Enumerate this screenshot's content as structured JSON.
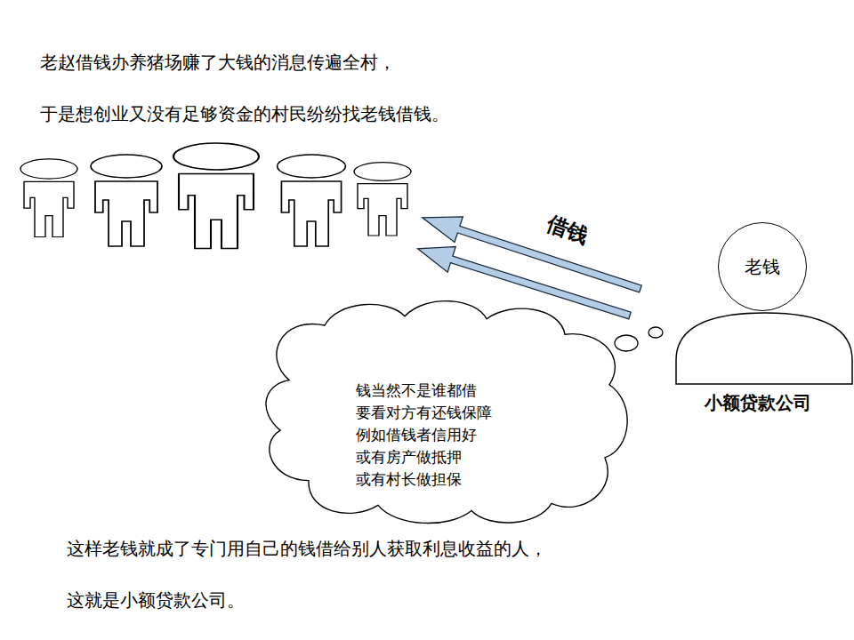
{
  "diagram": {
    "nodes": [
      {
        "text": [
          "老钱"
        ]
      },
      {
        "text": [
          "钱当然不是谁都借 要看对方有还钱保障 例如借钱者信用好 或有房产做抵押 或有村长做担保"
        ]
      }
    ],
    "labels": [
      "老赵借钱办养猪场赚了大钱的消息传遍全村，",
      "于是想创业又没有足够资金的村民纷纷找老钱借钱。",
      "借钱",
      "小额贷款公司",
      "这样老钱就成了专门用自己的钱借给别人获取利息收益的人，",
      "这就是小额贷款公司。"
    ]
  }
}
